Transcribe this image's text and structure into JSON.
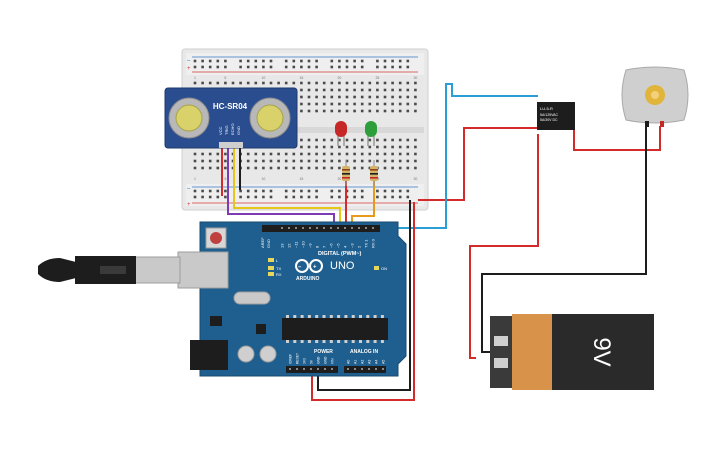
{
  "sensor": {
    "label": "HC-SR04",
    "pin_labels": [
      "VCC",
      "TRIG",
      "ECHO",
      "GND"
    ]
  },
  "arduino": {
    "brand": "ARDUINO",
    "model": "UNO",
    "digital_header": "DIGITAL (PWM~)",
    "power_header": "POWER",
    "analog_header": "ANALOG IN",
    "aref": "AREF",
    "gnd": "GND",
    "digital_pins": [
      "13",
      "12",
      "~11",
      "~10",
      "~9",
      "8",
      "7",
      "~6",
      "~5",
      "4",
      "~3",
      "2",
      "TX 1",
      "RX 0"
    ],
    "power_pins": [
      "IOREF",
      "RESET",
      "3V3",
      "5V",
      "GND",
      "GND",
      "VIN"
    ],
    "analog_pins": [
      "A0",
      "A1",
      "A2",
      "A3",
      "A4",
      "A5"
    ],
    "led_labels": [
      "L",
      "TX",
      "RX"
    ],
    "on_label": "ON"
  },
  "relay": {
    "label_lines": [
      "LU-5-R",
      "5A/125VAC",
      "5A/30V DC"
    ]
  },
  "battery": {
    "label": "9V"
  },
  "breadboard": {
    "row_numbers": [
      "1",
      "5",
      "10",
      "15",
      "20",
      "25",
      "30"
    ]
  },
  "colors": {
    "red_wire": "#d42a2a",
    "black_wire": "#1d1d1d",
    "blue_wire": "#2a9fd6",
    "purple_wire": "#7d3cb5",
    "yellow_wire": "#e6c619",
    "orange_wire": "#e69a1a",
    "arduino_board": "#1f5f8f",
    "sensor_board": "#2a4d8f",
    "led_red": "#c62828",
    "led_green": "#2e9e3c",
    "battery_orange": "#d9924a",
    "battery_black": "#2a2a2a"
  }
}
